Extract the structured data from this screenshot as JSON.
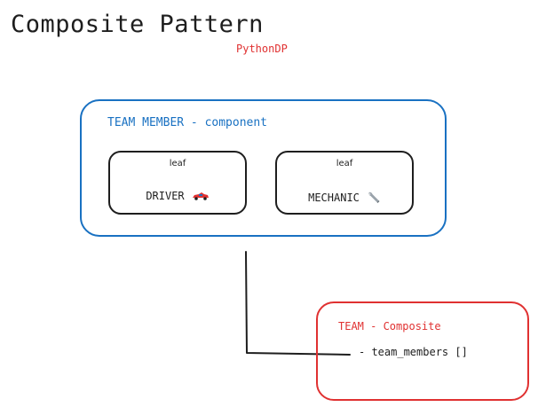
{
  "title": "Composite Pattern",
  "subtitle": "PythonDP",
  "component": {
    "label": "TEAM MEMBER - component",
    "leaves": [
      {
        "tag": "leaf",
        "name": "DRIVER",
        "icon": "race-car-icon"
      },
      {
        "tag": "leaf",
        "name": "MECHANIC",
        "icon": "wrench-icon"
      }
    ]
  },
  "composite": {
    "label": "TEAM - Composite",
    "field": "- team_members []"
  },
  "colors": {
    "component": "#1971c2",
    "composite": "#e03131",
    "ink": "#1e1e1e"
  }
}
